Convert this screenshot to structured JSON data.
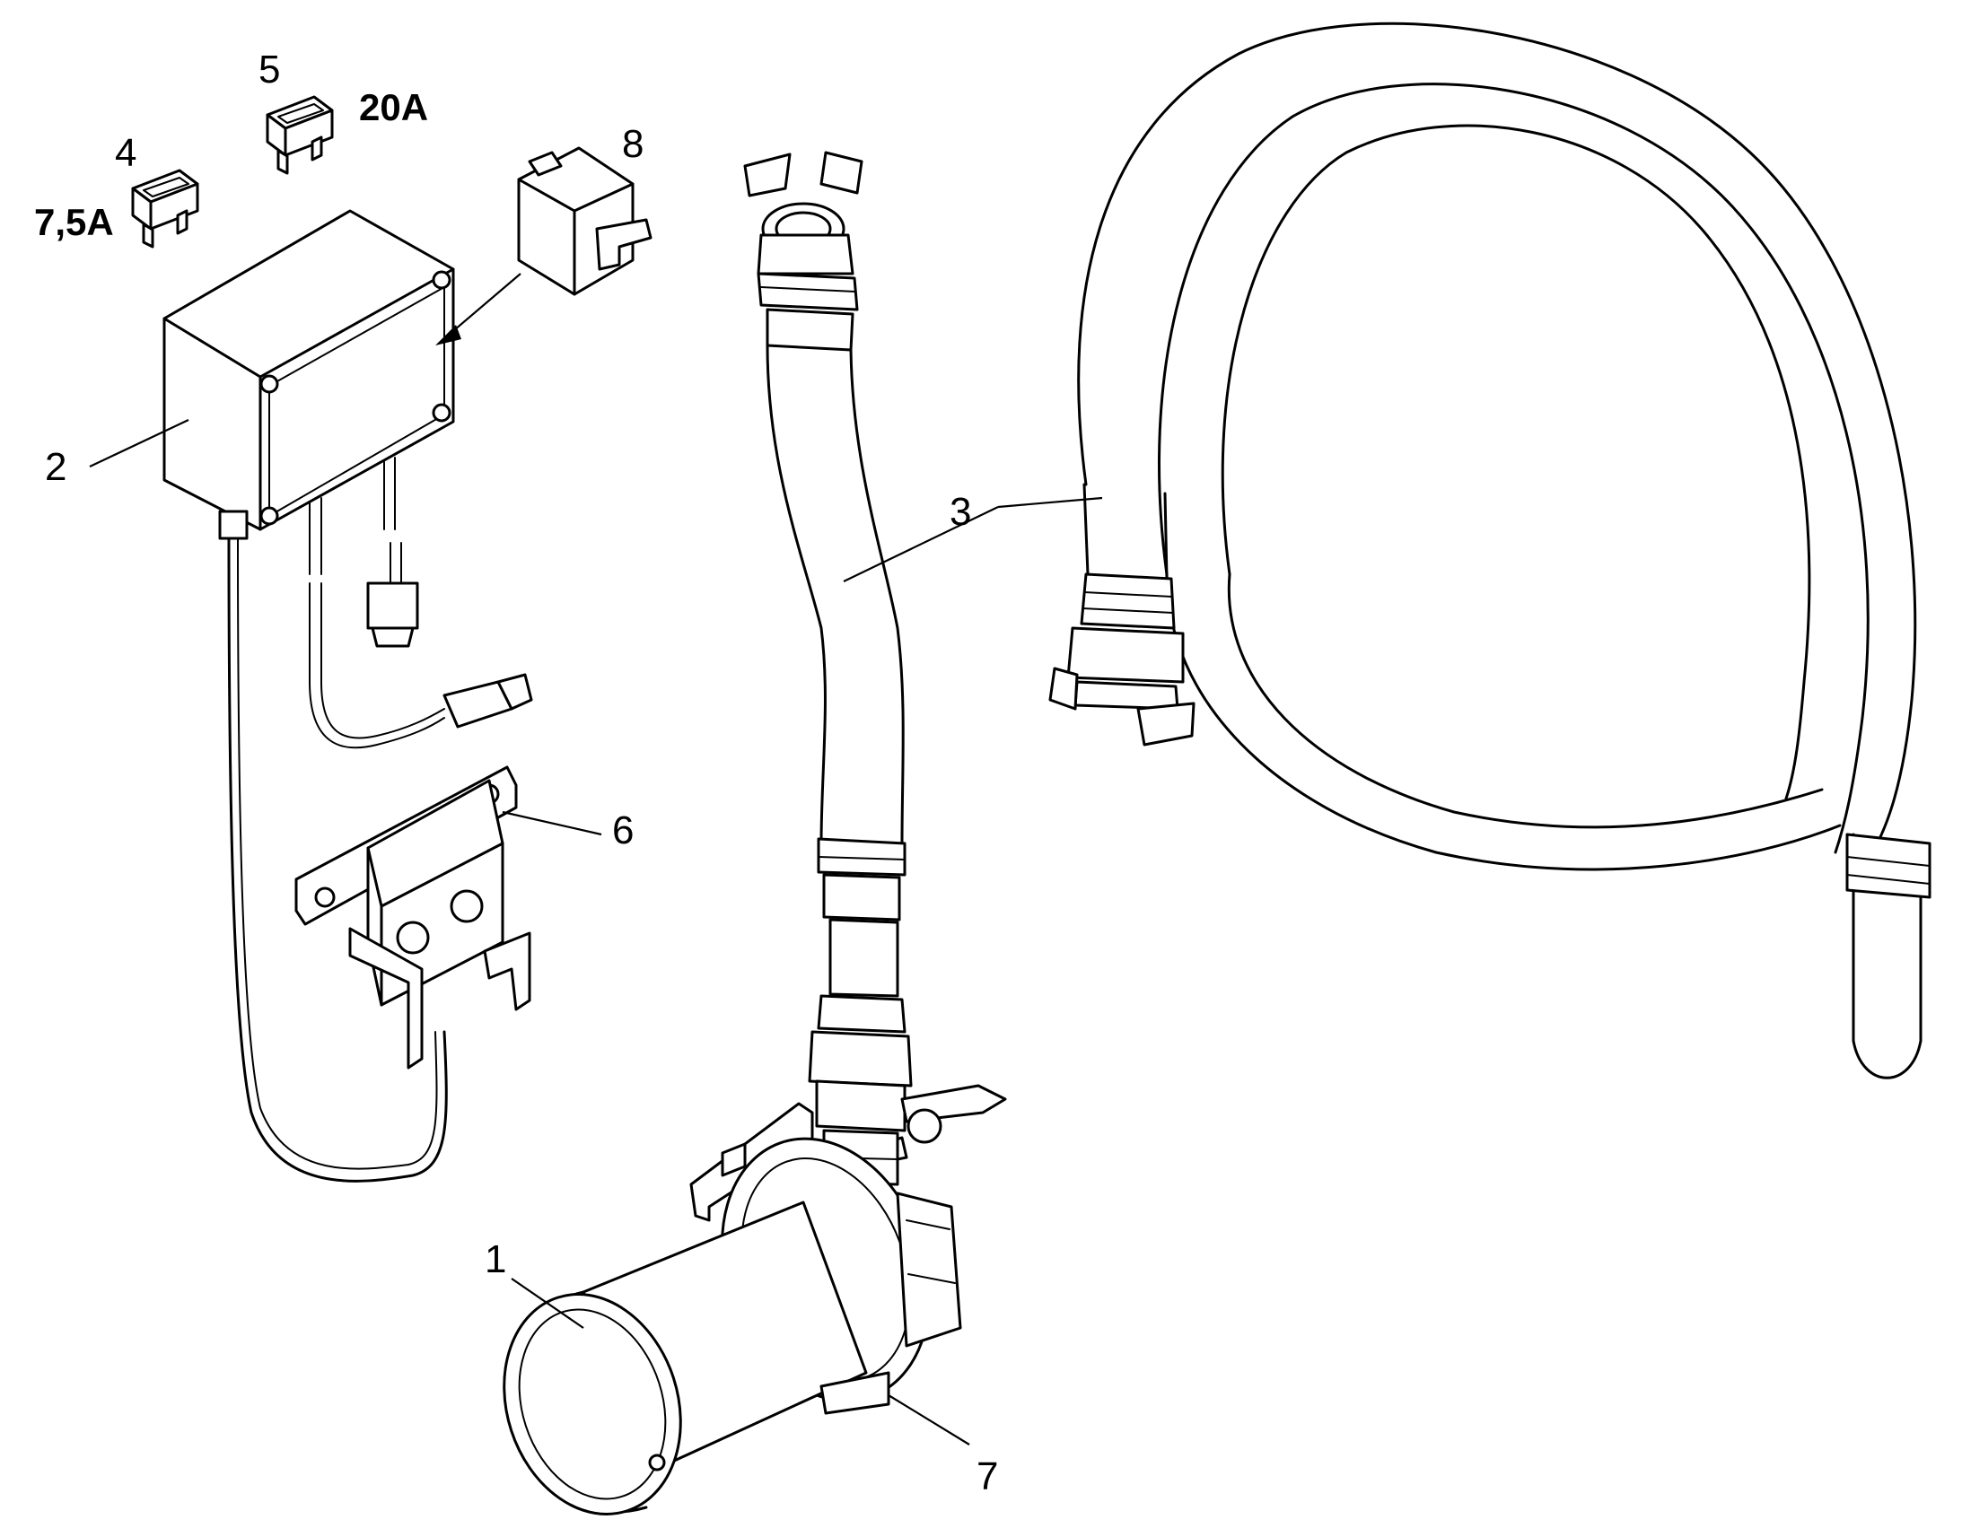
{
  "callouts": {
    "c1": "1",
    "c2": "2",
    "c3": "3",
    "c4": "4",
    "c5": "5",
    "c6": "6",
    "c7": "7",
    "c8": "8"
  },
  "ratings": {
    "fuse_4": "7,5A",
    "fuse_5": "20A"
  },
  "colors": {
    "line": "#000000",
    "fill": "#ffffff"
  }
}
